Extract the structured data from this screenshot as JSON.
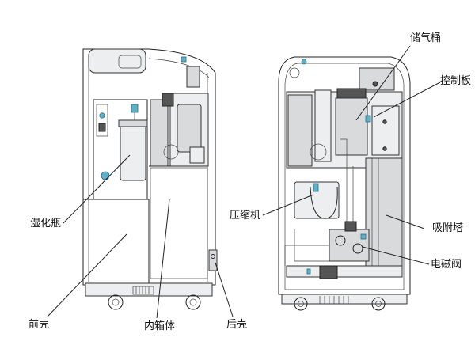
{
  "labels": {
    "humidifier_bottle": "湿化瓶",
    "front_shell": "前壳",
    "inner_cabinet": "内箱体",
    "rear_shell": "后壳",
    "air_tank": "储气桶",
    "control_board": "控制板",
    "compressor": "压缩机",
    "adsorption_tower": "吸附塔",
    "solenoid_valve": "电磁阀"
  },
  "colors": {
    "accent": "#5fb0c9",
    "line": "#222222",
    "part_fill": "#d8dadc"
  }
}
